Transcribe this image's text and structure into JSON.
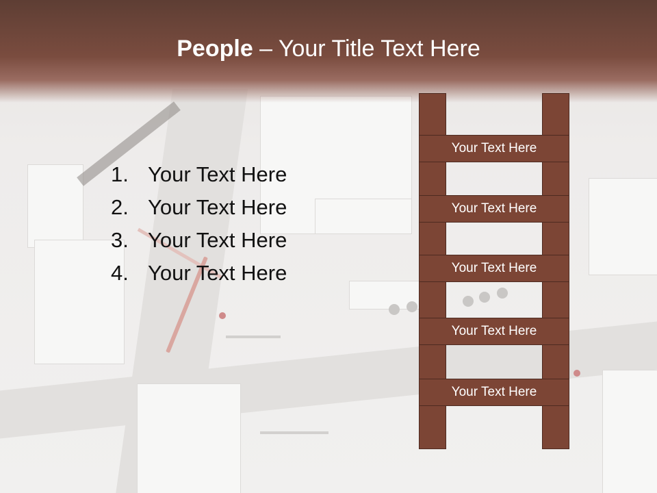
{
  "title": {
    "bold": "People",
    "rest": " – Your Title Text Here"
  },
  "list": [
    {
      "num": "1.",
      "text": "Your Text Here"
    },
    {
      "num": "2.",
      "text": "Your Text Here"
    },
    {
      "num": "3.",
      "text": "Your Text Here"
    },
    {
      "num": "4.",
      "text": "Your Text Here"
    }
  ],
  "ladder": [
    "Your Text Here",
    "Your Text Here",
    "Your Text Here",
    "Your Text Here",
    "Your Text Here"
  ],
  "colors": {
    "header": "#6b4438",
    "ladder": "#7c4535",
    "text": "#111111"
  }
}
